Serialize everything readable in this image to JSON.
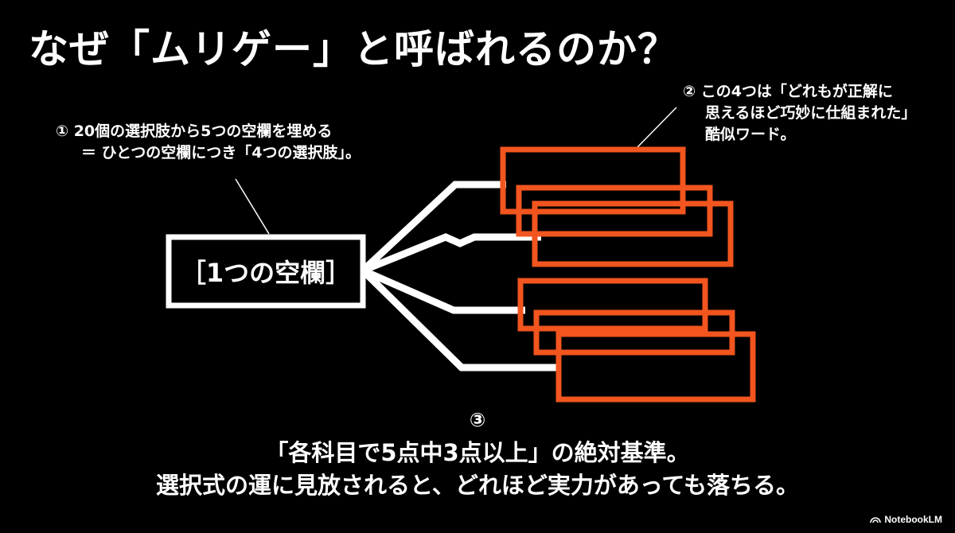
{
  "title": "なぜ「ムリゲー」と呼ばれるのか？",
  "center_box": {
    "label": "［1つの空欄］"
  },
  "notes": {
    "note1": {
      "line1": "① 20個の選択肢から5つの空欄を埋める",
      "line2": "＝ ひとつの空欄につき「4つの選択肢」。"
    },
    "note2": {
      "line1": "② この4つは「どれもが正解に",
      "line2": "思えるほど巧妙に仕組まれた」",
      "line3": "酷似ワード。"
    },
    "note3": {
      "number": "③",
      "line1": "「各科目で5点中3点以上」の絶対基準。",
      "line2": "選択式の運に見放されると、どれほど実力があっても落ちる。"
    }
  },
  "branding": {
    "logo_text": "NotebookLM"
  },
  "colors": {
    "background": "#000000",
    "foreground": "#ffffff",
    "accent": "#f2551e"
  }
}
